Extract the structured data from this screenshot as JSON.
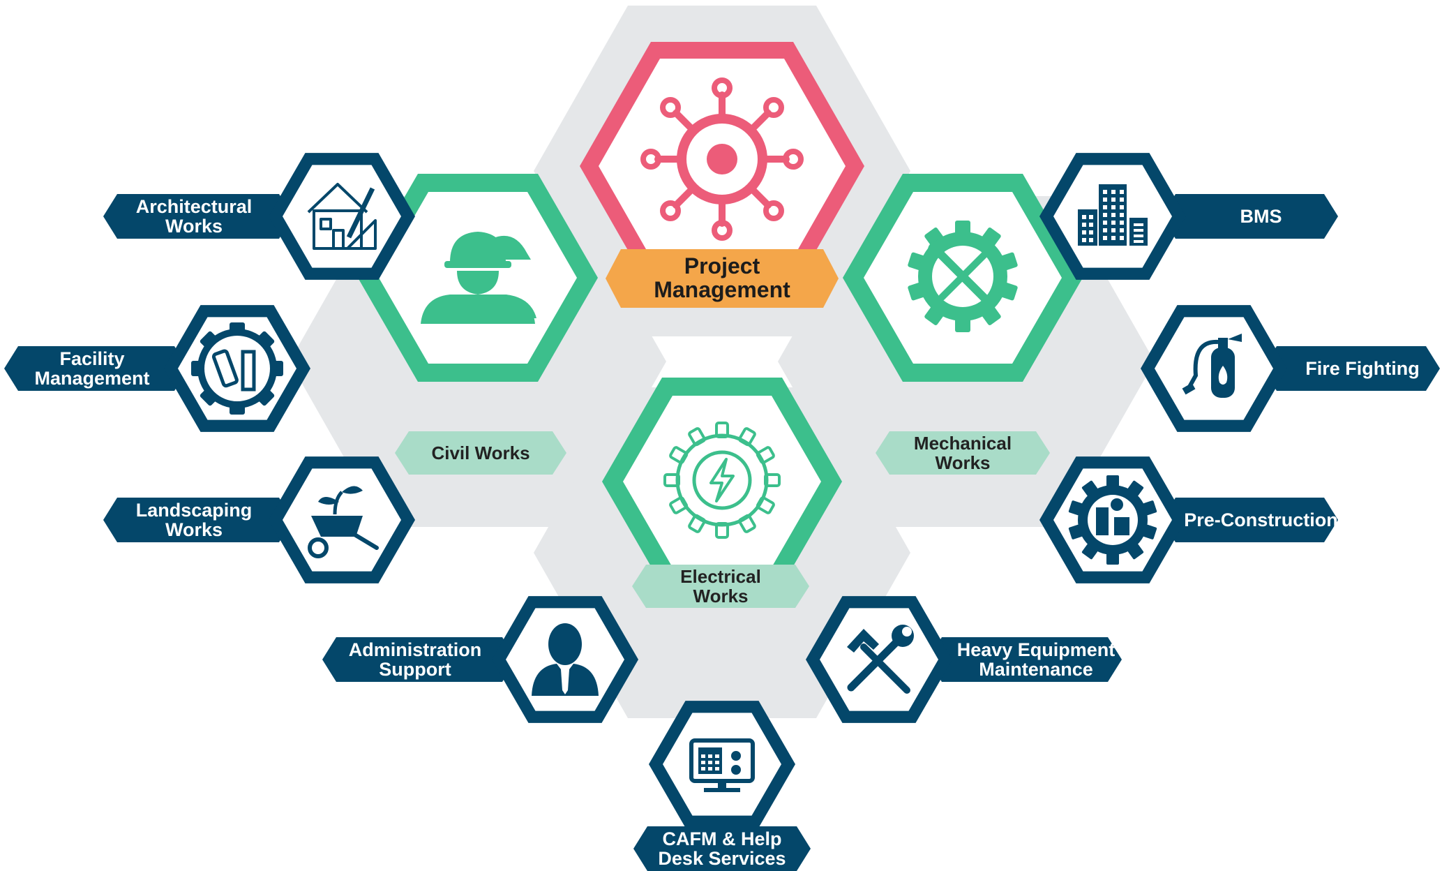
{
  "colors": {
    "background_hex": "#e5e7e9",
    "navy": "#04476a",
    "green": "#3cbf8c",
    "green_label": "#a9dcc8",
    "pink": "#ec5c79",
    "orange": "#f4a64a"
  },
  "center": {
    "title_line1": "Project",
    "title_line2": "Management",
    "icon": "gear-virus-icon"
  },
  "core": [
    {
      "id": "civil",
      "line1": "Civil Works",
      "line2": "",
      "icon": "workers-helmet-icon"
    },
    {
      "id": "electrical",
      "line1": "Electrical",
      "line2": "Works",
      "icon": "gear-lightning-icon"
    },
    {
      "id": "mechanical",
      "line1": "Mechanical",
      "line2": "Works",
      "icon": "wrench-screwdriver-gear-icon"
    }
  ],
  "services": [
    {
      "id": "architectural",
      "line1": "Architectural",
      "line2": "Works",
      "icon": "house-blueprint-icon"
    },
    {
      "id": "facility",
      "line1": "Facility",
      "line2": "Management",
      "icon": "gear-tools-icon"
    },
    {
      "id": "landscaping",
      "line1": "Landscaping",
      "line2": "Works",
      "icon": "wheelbarrow-plant-icon"
    },
    {
      "id": "administration",
      "line1": "Administration",
      "line2": "Support",
      "icon": "person-avatar-icon"
    },
    {
      "id": "cafm",
      "line1": "CAFM & Help",
      "line2": "Desk Services",
      "icon": "monitor-calendar-icon"
    },
    {
      "id": "heavy-equipment",
      "line1": "Heavy Equipment",
      "line2": "Maintenance",
      "icon": "hammer-wrench-icon"
    },
    {
      "id": "bms",
      "line1": "BMS",
      "line2": "",
      "icon": "buildings-icon"
    },
    {
      "id": "fire-fighting",
      "line1": "Fire Fighting",
      "line2": "",
      "icon": "fire-extinguisher-icon"
    },
    {
      "id": "pre-construction",
      "line1": "Pre-Construction",
      "line2": "",
      "icon": "gear-globe-icon"
    }
  ]
}
